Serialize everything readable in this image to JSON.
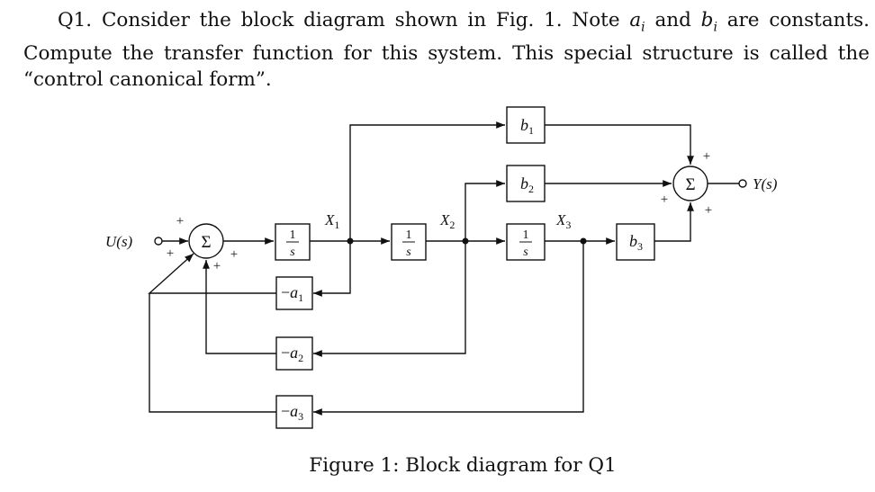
{
  "question": {
    "number": "Q1.",
    "part1": "Consider the block diagram shown in Fig. 1. Note ",
    "a_var": "a",
    "a_sub": "i",
    "and": " and ",
    "b_var": "b",
    "b_sub": "i",
    "part2": " are constants. Compute the transfer function for this system. This special structure is called the “control canonical form”."
  },
  "diagram": {
    "input_label": "U(s)",
    "output_label": "Y(s)",
    "sum_symbol": "Σ",
    "plus": "+",
    "integrator_num": "1",
    "integrator_den": "s",
    "states": [
      {
        "var": "X",
        "sub": "1"
      },
      {
        "var": "X",
        "sub": "2"
      },
      {
        "var": "X",
        "sub": "3"
      }
    ],
    "gains_b": [
      {
        "var": "b",
        "sub": "1"
      },
      {
        "var": "b",
        "sub": "2"
      },
      {
        "var": "b",
        "sub": "3"
      }
    ],
    "gains_a": [
      {
        "sign": "−",
        "var": "a",
        "sub": "1"
      },
      {
        "sign": "−",
        "var": "a",
        "sub": "2"
      },
      {
        "sign": "−",
        "var": "a",
        "sub": "3"
      }
    ]
  },
  "caption": "Figure 1: Block diagram for Q1"
}
